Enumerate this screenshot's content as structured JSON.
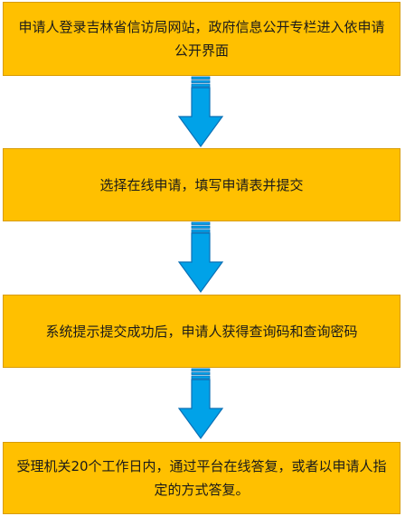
{
  "steps": [
    {
      "text": "申请人登录吉林省信访局网站，政府信息公开专栏进入依申请公开界面"
    },
    {
      "text": "选择在线申请，填写申请表并提交"
    },
    {
      "text": "系统提示提交成功后，申请人获得查询码和查询密码"
    },
    {
      "text": "受理机关20个工作日内，通过平台在线答复，或者以申请人指定的方式答复。"
    }
  ],
  "colors": {
    "box_fill": "#ffc000",
    "box_border": "#d89b00",
    "arrow_fill": "#00a2e8",
    "arrow_stroke": "#0a6fb5"
  },
  "arrow_icon": "down-arrow-icon"
}
